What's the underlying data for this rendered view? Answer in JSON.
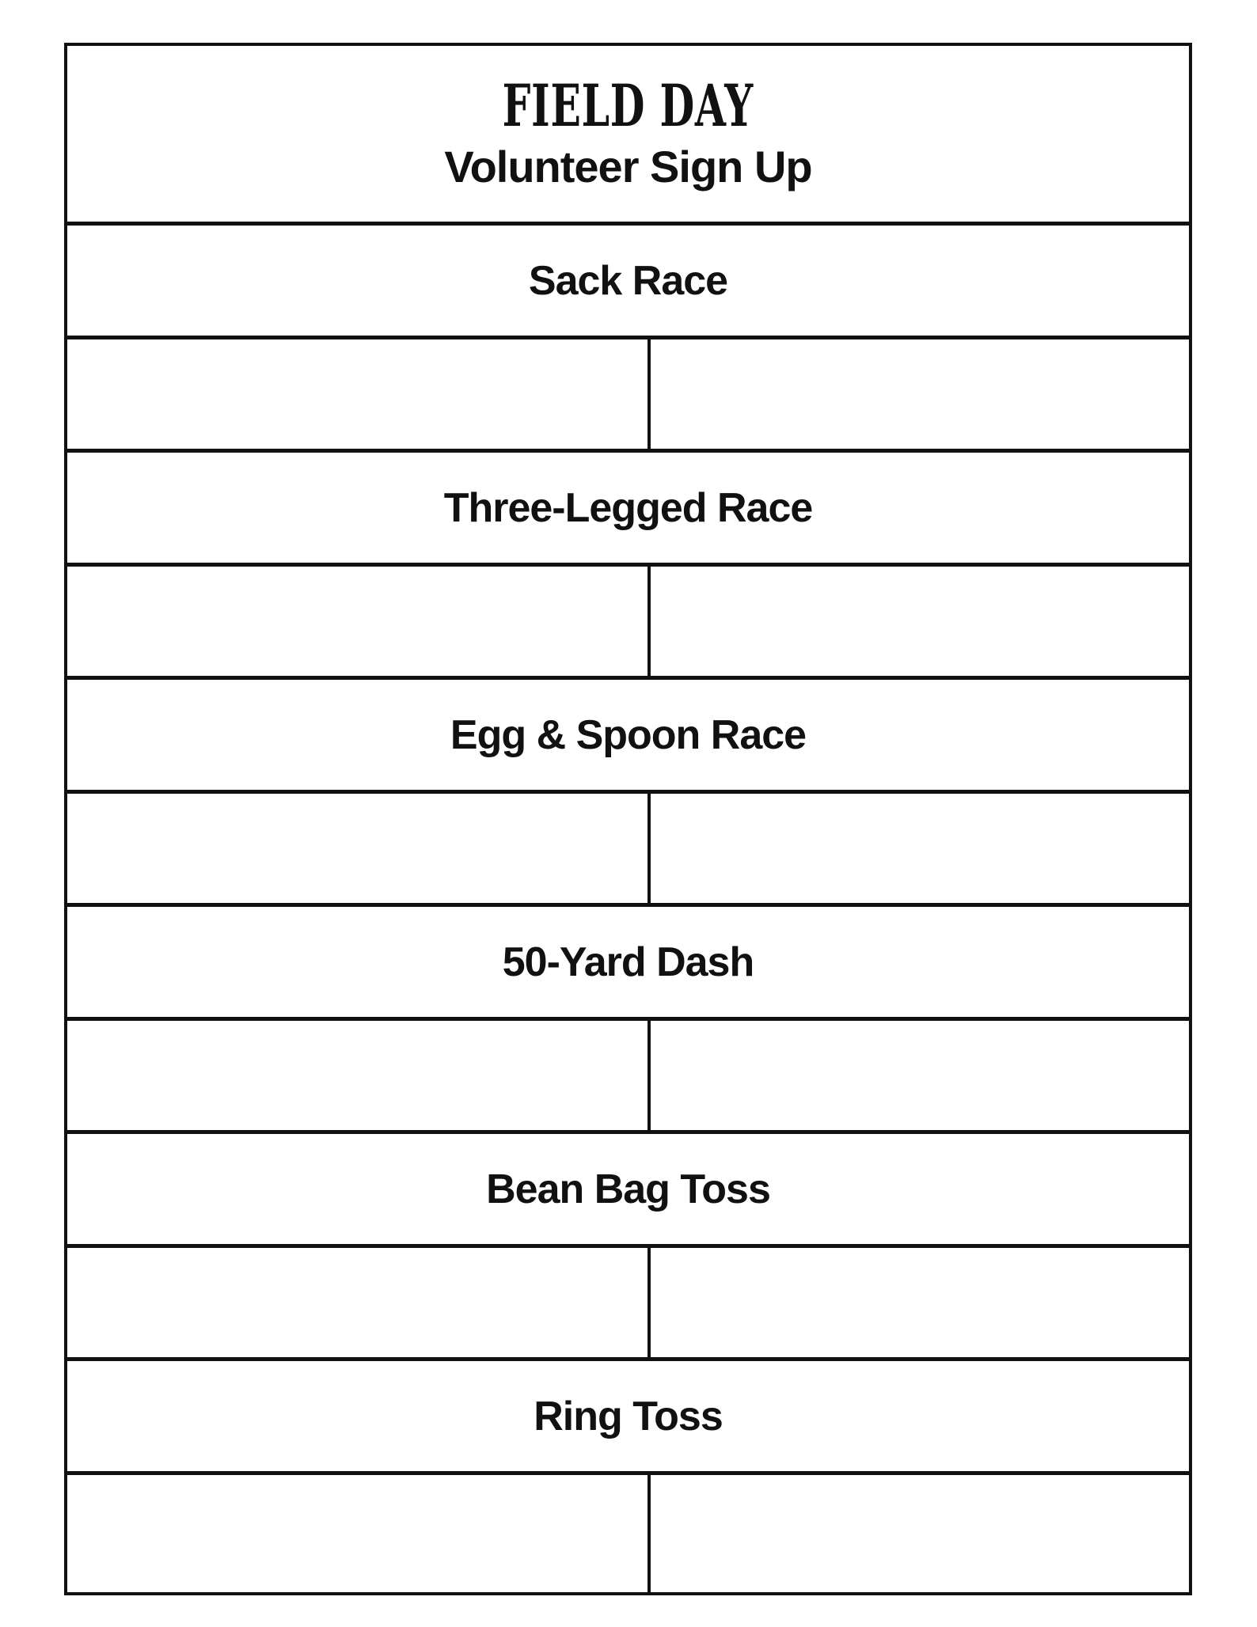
{
  "document": {
    "title": "FIELD DAY",
    "subtitle": "Volunteer Sign Up"
  },
  "sections": [
    {
      "label": "Sack Race",
      "slots": [
        "",
        ""
      ]
    },
    {
      "label": "Three-Legged Race",
      "slots": [
        "",
        ""
      ]
    },
    {
      "label": "Egg & Spoon Race",
      "slots": [
        "",
        ""
      ]
    },
    {
      "label": "50-Yard Dash",
      "slots": [
        "",
        ""
      ]
    },
    {
      "label": "Bean Bag Toss",
      "slots": [
        "",
        ""
      ]
    },
    {
      "label": "Ring Toss",
      "slots": [
        "",
        ""
      ]
    }
  ]
}
